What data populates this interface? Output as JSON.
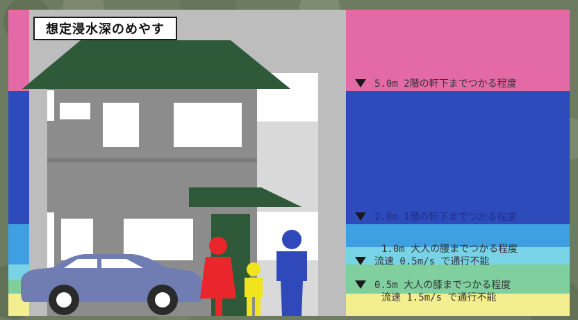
{
  "title": "想定浸水深のめやす",
  "colors": {
    "over_5m": "#e36aa7",
    "m2_to_5": "#2e4bbc",
    "m1_to_2": "#3ea0e1",
    "m05_to_1": "#78d3e7",
    "m03_to_05": "#7fcf9f",
    "under_03": "#f3ee8f"
  },
  "levels": [
    {
      "id": "5m",
      "line1": "5.0m 2階の軒下までつかる程度"
    },
    {
      "id": "2m",
      "line1": "2.0m 1階の軒下までつかる程度"
    },
    {
      "id": "1m",
      "line1": "1.0m 大人の腰までつかる程度",
      "line2": "流速 0.5m/s で通行不能"
    },
    {
      "id": "05m",
      "line1": "0.5m 大人の膝までつかる程度",
      "line2": "流速 1.5m/s で通行不能"
    }
  ]
}
